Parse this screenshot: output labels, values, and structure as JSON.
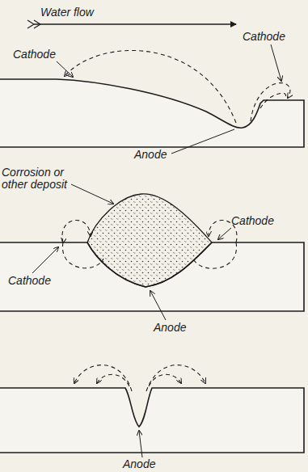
{
  "diagram": {
    "labels": [
      "Water flow",
      "Cathode",
      "Cathode",
      "Anode",
      "Corrosion or other deposit",
      "Cathode",
      "Cathode",
      "Anode",
      "Anode"
    ]
  }
}
